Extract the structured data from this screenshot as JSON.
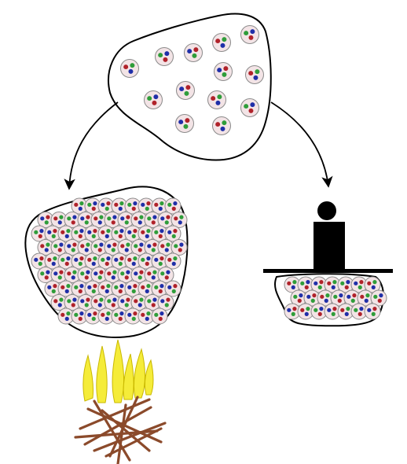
{
  "diagram": {
    "colors": {
      "background": "#ffffff",
      "outline": "#000000",
      "particle_fill": "#f3e4e6",
      "particle_stroke": "#8a8a8a",
      "dot_red": "#b0222a",
      "dot_green": "#2f9d3a",
      "dot_blue": "#1f2fa8",
      "flame": "#f5ec39",
      "flame_edge": "#c9b800",
      "wood": "#8b4a2b",
      "weight": "#000000"
    },
    "panels": [
      {
        "id": "gas-cloud",
        "state": "initial",
        "particle_count": 13
      },
      {
        "id": "heated-cloud",
        "state": "heated",
        "particle_count": 68
      },
      {
        "id": "compressed-cloud",
        "state": "compressed",
        "particle_count": 18
      }
    ],
    "arrows": [
      {
        "from": "gas-cloud",
        "to": "heated-cloud"
      },
      {
        "from": "gas-cloud",
        "to": "compressed-cloud"
      }
    ],
    "icons": {
      "heat_source": "campfire-icon",
      "press": "weight-on-plate-icon"
    }
  }
}
